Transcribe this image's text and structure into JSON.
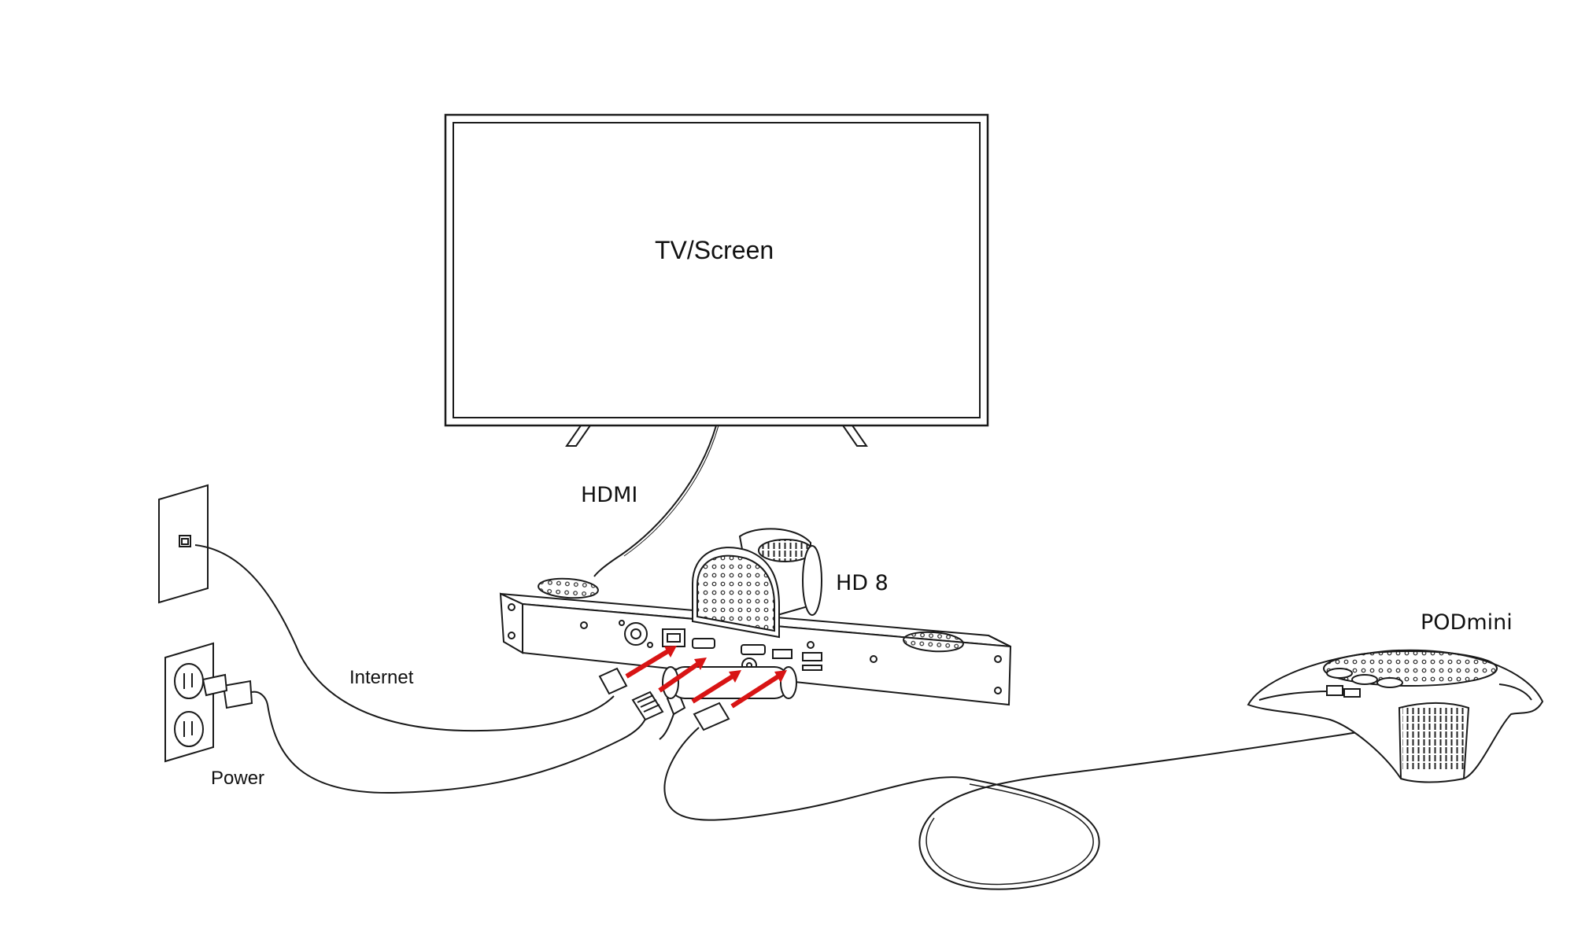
{
  "labels": {
    "tv": "TV/Screen",
    "hdmi": "HDMI",
    "hd8": "HD 8",
    "podmini": "PODmini",
    "internet": "Internet",
    "power": "Power"
  },
  "colors": {
    "line": "#1a1a1a",
    "arrow": "#d81414",
    "background": "#ffffff"
  },
  "icons": {
    "tv": "tv-screen-icon",
    "camera": "video-bar-camera-icon",
    "speakerphone": "conference-speakerphone-icon",
    "wall_jack": "ethernet-wall-jack-icon",
    "outlet": "power-outlet-icon"
  }
}
